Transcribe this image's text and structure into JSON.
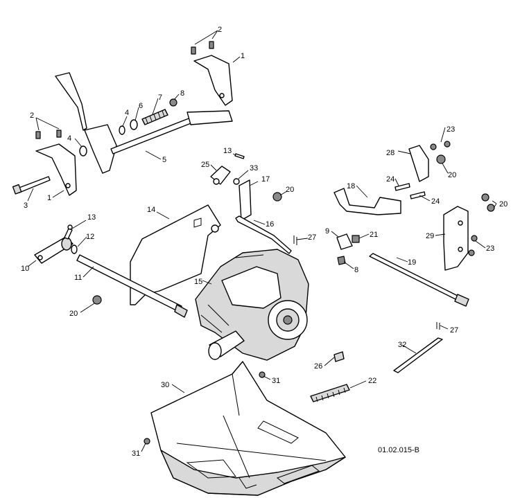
{
  "document_id": "01.02.015-B",
  "callouts": {
    "c1a": "1",
    "c1b": "1",
    "c2a": "2",
    "c2b": "2",
    "c3": "3",
    "c4a": "4",
    "c4b": "4",
    "c5": "5",
    "c6": "6",
    "c7": "7",
    "c8a": "8",
    "c8b": "8",
    "c9": "9",
    "c10": "10",
    "c11": "11",
    "c12": "12",
    "c13a": "13",
    "c13b": "13",
    "c14": "14",
    "c15": "15",
    "c16": "16",
    "c17": "17",
    "c18": "18",
    "c19": "19",
    "c20a": "20",
    "c20b": "20",
    "c20c": "20",
    "c20d": "20",
    "c21": "21",
    "c22": "22",
    "c23a": "23",
    "c23b": "23",
    "c24a": "24",
    "c24b": "24",
    "c25": "25",
    "c26": "26",
    "c27a": "27",
    "c27b": "27",
    "c28": "28",
    "c29": "29",
    "c30": "30",
    "c31a": "31",
    "c31b": "31",
    "c32": "32",
    "c33": "33"
  }
}
